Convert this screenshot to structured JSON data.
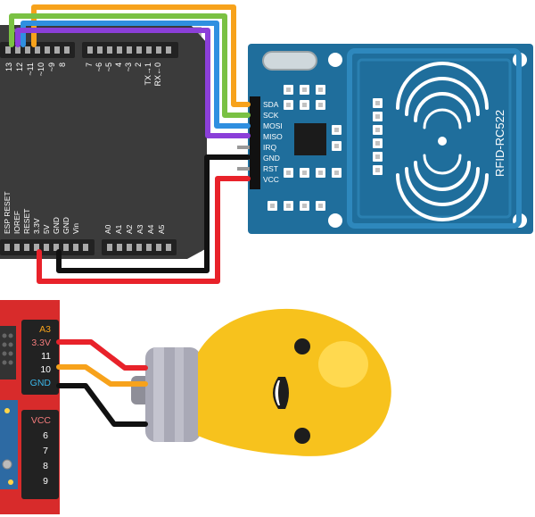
{
  "arduino": {
    "top_pins_left": [
      "13",
      "12",
      "~11",
      "~10",
      "~9",
      "8"
    ],
    "top_pins_right": [
      "7",
      "~6",
      "~5",
      "4",
      "~3",
      "2",
      "TX→1",
      "RX←0"
    ],
    "power_pins": [
      "ESP RESET",
      "IOREF",
      "RESET",
      "3.3V",
      "5V",
      "GND",
      "GND",
      "Vin"
    ],
    "analog_pins": [
      "A0",
      "A1",
      "A2",
      "A3",
      "A4",
      "A5"
    ]
  },
  "rfid": {
    "model_label": "RFID-RC522",
    "pins": [
      "SDA",
      "SCK",
      "MOSI",
      "MISO",
      "IRQ",
      "GND",
      "RST",
      "VCC"
    ]
  },
  "sensor_board": {
    "pins_top": [
      "A3",
      "3.3V",
      "11",
      "10",
      "GND"
    ],
    "pins_bottom": [
      "VCC",
      "6",
      "7",
      "8",
      "9"
    ]
  },
  "colors": {
    "board": "#3a3a3a",
    "rfid_board": "#1f6e9c",
    "sensor_board": "#d82b2b",
    "bulb": "#f7c21d",
    "wire_red": "#e8222a",
    "wire_orange": "#f7a21b",
    "wire_green": "#7ac143",
    "wire_blue": "#2f8fe0",
    "wire_purple": "#8b3fd9",
    "wire_black": "#111111"
  },
  "icons": [
    "lightbulb-face-icon",
    "rfid-antenna-icon"
  ]
}
